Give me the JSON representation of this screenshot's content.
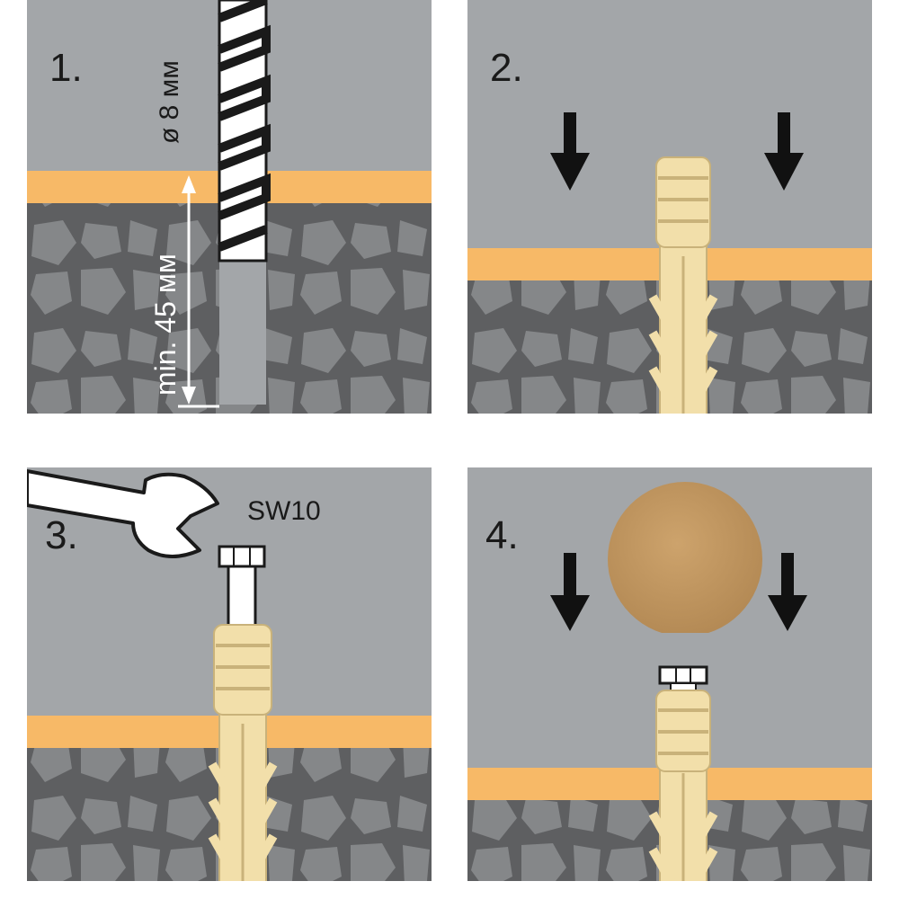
{
  "steps": [
    {
      "number": "1."
    },
    {
      "number": "2."
    },
    {
      "number": "3."
    },
    {
      "number": "4."
    }
  ],
  "annotations": {
    "diameter": "ø 8 мм",
    "depth": "min. 45 мм",
    "wrench_size": "SW10"
  },
  "colors": {
    "background": "#a3a6a9",
    "plaster_layer": "#f7b967",
    "wall_base": "#5e5f61",
    "stone": "#858789",
    "plug": "#f2dfaa",
    "ball": "#c49a62",
    "arrow": "#111111"
  }
}
